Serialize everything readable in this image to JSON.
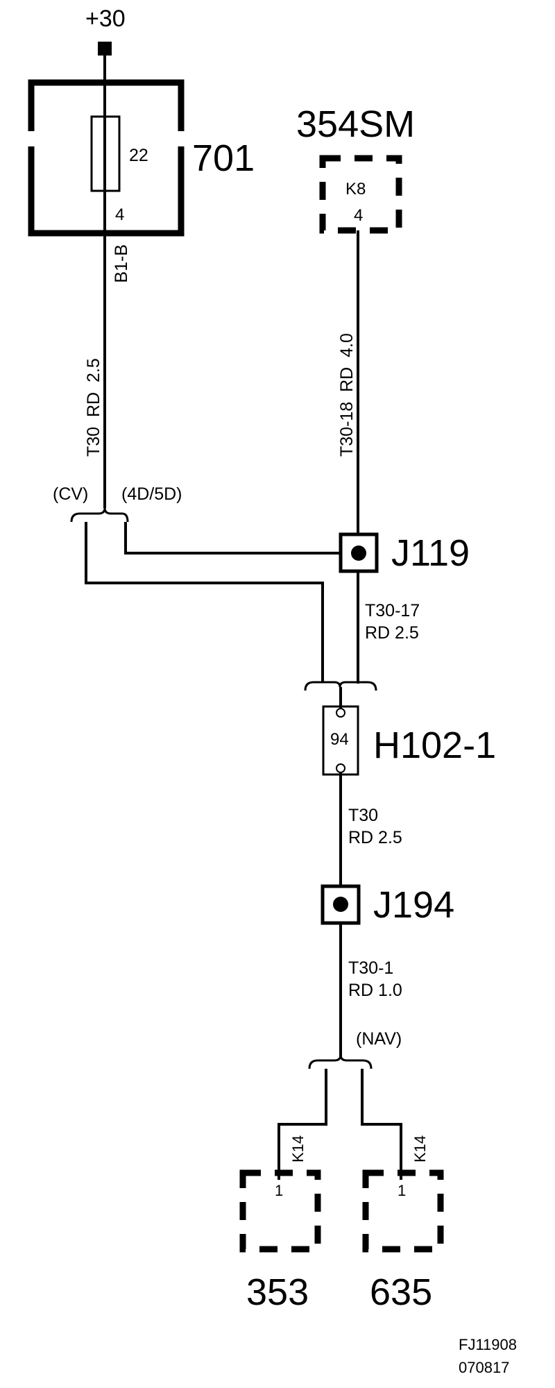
{
  "supply": {
    "label": "+30"
  },
  "fuse_box": {
    "id": "701",
    "fuse_number": "22",
    "pin": "4"
  },
  "module_354": {
    "id": "354SM",
    "connector": "K8",
    "pin": "4"
  },
  "wire_fuse_out": {
    "code": "B1-B",
    "spec": "T30  RD  2.5"
  },
  "wire_module_out": {
    "spec": "T30-18  RD  4.0"
  },
  "variants": {
    "left": "(CV)",
    "right": "(4D/5D)",
    "nav": "(NAV)"
  },
  "junction_j119": {
    "id": "J119",
    "wire_line1": "T30-17",
    "wire_line2": "RD 2.5"
  },
  "connector_h102": {
    "id": "H102-1",
    "pin": "94",
    "wire_line1": "T30",
    "wire_line2": "RD 2.5"
  },
  "junction_j194": {
    "id": "J194",
    "wire_line1": "T30-1",
    "wire_line2": "RD 1.0"
  },
  "module_353": {
    "id": "353",
    "connector": "K14",
    "pin": "1"
  },
  "module_635": {
    "id": "635",
    "connector": "K14",
    "pin": "1"
  },
  "footer": {
    "figure_code": "FJ11908",
    "date_code": "070817"
  }
}
